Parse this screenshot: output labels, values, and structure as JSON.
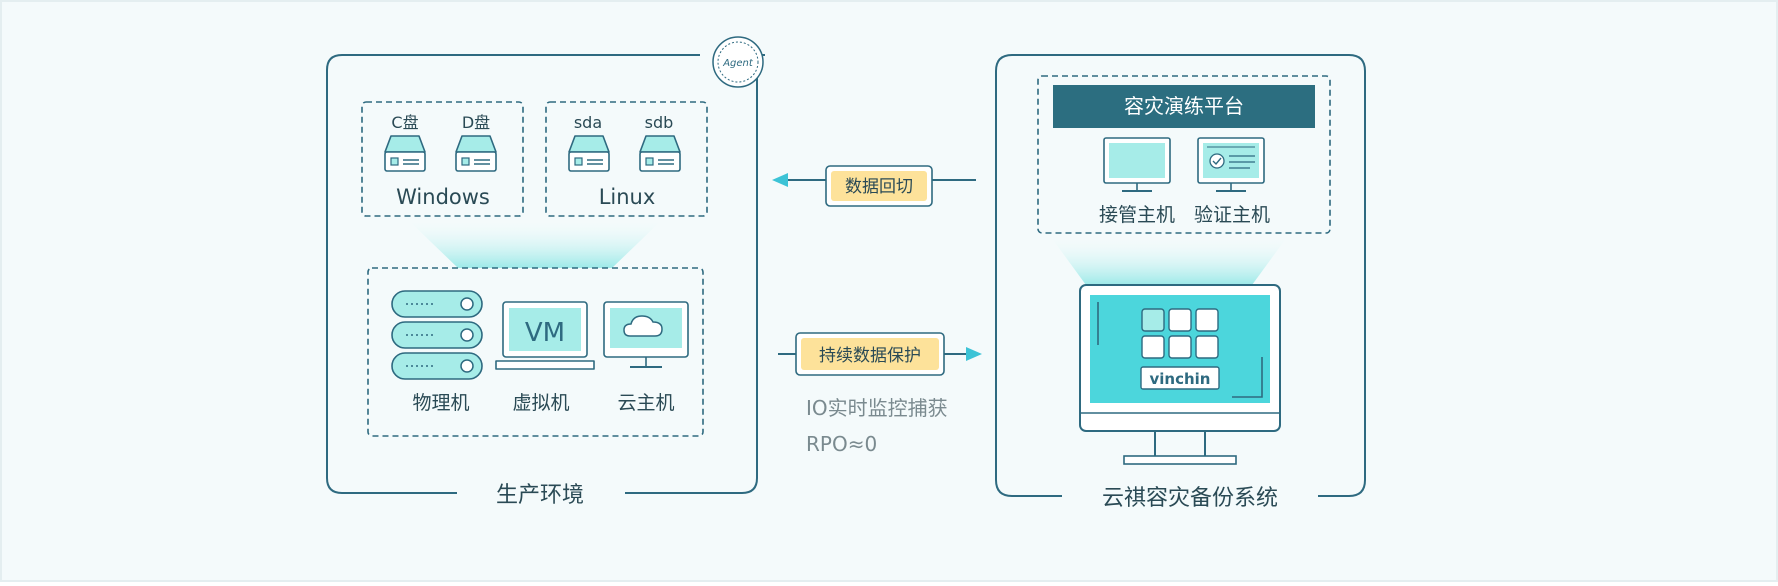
{
  "production": {
    "title": "生产环境",
    "agent_badge": "Agent",
    "windows": {
      "label": "Windows",
      "disk1": "C盘",
      "disk2": "D盘"
    },
    "linux": {
      "label": "Linux",
      "disk1": "sda",
      "disk2": "sdb"
    },
    "nodes": {
      "physical": "物理机",
      "virtual": "虚拟机",
      "vm_screen": "VM",
      "cloud": "云主机"
    }
  },
  "flow": {
    "failback": "数据回切",
    "protect": "持续数据保护",
    "note1": "IO实时监控捕获",
    "note2": "RPO≈0"
  },
  "dr_system": {
    "title": "云祺容灾备份系统",
    "drill_platform": "容灾演练平台",
    "takeover_host": "接管主机",
    "verify_host": "验证主机",
    "brand": "vinchin"
  },
  "colors": {
    "frame": "#2e6a80",
    "panel_dark": "#2c6e80",
    "aqua": "#4cd6dc",
    "aqua_light": "#a6ece8",
    "tag_fill": "#fde29a",
    "arrow": "#3cc3d6",
    "text": "#2a4a55",
    "gray": "#7a8a8f"
  }
}
